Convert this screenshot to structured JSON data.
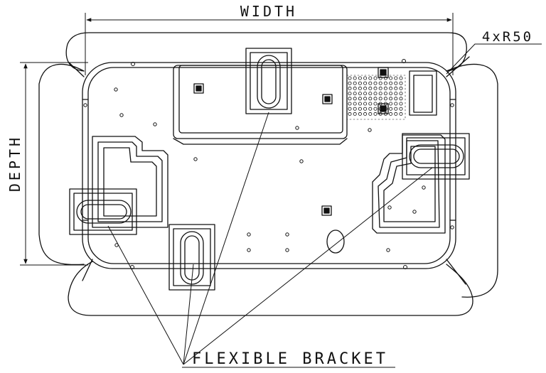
{
  "labels": {
    "width": "WIDTH",
    "depth": "DEPTH",
    "radius": "4xR50",
    "bracket": "FLEXIBLE BRACKET"
  },
  "colors": {
    "line": "#111111",
    "background": "#ffffff"
  }
}
